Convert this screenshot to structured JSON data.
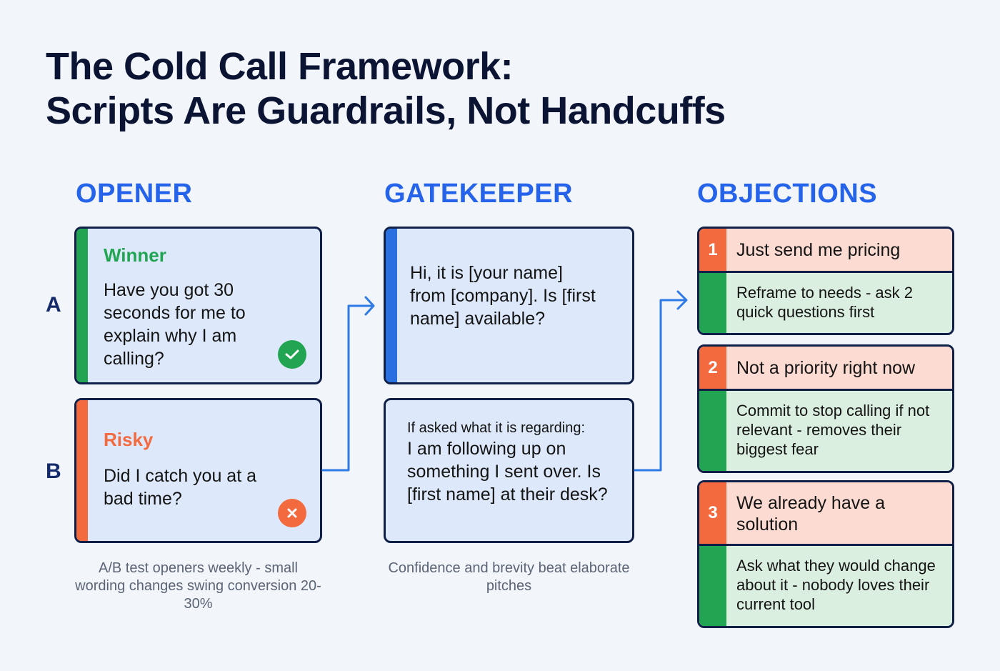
{
  "title": {
    "line1": "The Cold Call Framework:",
    "line2": "Scripts Are Guardrails, Not Handcuffs"
  },
  "colors": {
    "accent_blue": "#2563eb",
    "winner_green": "#22a552",
    "risky_orange": "#f46a3f",
    "card_border": "#0f1f47",
    "card_bg": "#dde9fa",
    "objection_bg": "#fcdcd2",
    "response_bg": "#dbefe0"
  },
  "opener": {
    "header": "OPENER",
    "a": {
      "row_label": "A",
      "tag": "Winner",
      "text": "Have you got 30 seconds for me to explain why I am calling?",
      "icon": "check-circle-icon"
    },
    "b": {
      "row_label": "B",
      "tag": "Risky",
      "text": "Did I catch you at a bad time?",
      "icon": "x-circle-icon"
    },
    "caption": "A/B test openers weekly - small wording changes swing conversion 20-30%"
  },
  "gatekeeper": {
    "header": "GATEKEEPER",
    "script": "Hi, it is [your name] from [company]. Is [first name] available?",
    "followup_prompt": "If asked what it is regarding:",
    "followup_script": "I am following up on something I sent over. Is [first name] at their desk?",
    "caption": "Confidence and brevity beat elaborate pitches"
  },
  "objections": {
    "header": "OBJECTIONS",
    "items": [
      {
        "number": "1",
        "objection": "Just send me pricing",
        "response": "Reframe to needs - ask 2 quick questions first"
      },
      {
        "number": "2",
        "objection": "Not a priority right now",
        "response": "Commit to stop calling if not relevant - removes their biggest fear"
      },
      {
        "number": "3",
        "objection": "We already have a solution",
        "response": "Ask what they would change about it - nobody loves their current tool"
      }
    ]
  }
}
